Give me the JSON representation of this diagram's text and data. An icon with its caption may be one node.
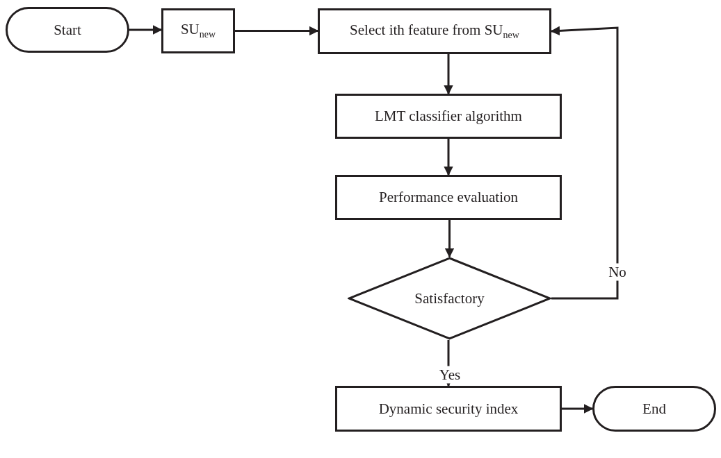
{
  "diagram": {
    "nodes": [
      {
        "text": [
          "Start"
        ]
      },
      {
        "text": [
          "SU$_{new}$"
        ]
      },
      {
        "text": [
          "Select ith feature from SU$_{new}$"
        ]
      },
      {
        "text": [
          "LMT classifier algorithm"
        ]
      },
      {
        "text": [
          "Performance evaluation"
        ]
      },
      {
        "text": [
          "Satisfactory"
        ]
      },
      {
        "text": [
          "Dynamic security index"
        ]
      },
      {
        "text": [
          "End"
        ]
      }
    ],
    "edges": [
      {
        "from": 0,
        "to": 1,
        "arrow": "to"
      },
      {
        "from": 1,
        "to": 2,
        "arrow": "to"
      },
      {
        "from": 2,
        "to": 3,
        "arrow": "to"
      },
      {
        "from": 3,
        "to": 4,
        "arrow": "to"
      },
      {
        "from": 4,
        "to": 5,
        "arrow": "to"
      },
      {
        "from": 5,
        "to": 2,
        "arrow": "to",
        "label": "No"
      },
      {
        "from": 5,
        "to": 6,
        "arrow": "to",
        "label": "Yes"
      },
      {
        "from": 6,
        "to": 7,
        "arrow": "to"
      }
    ]
  }
}
